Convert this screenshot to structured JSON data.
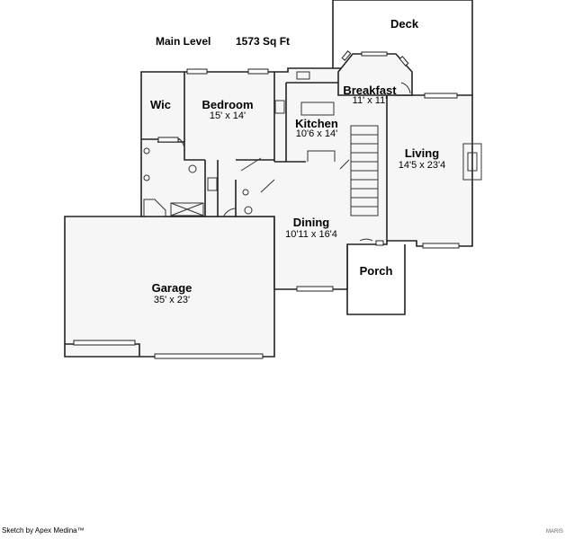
{
  "header": {
    "level": "Main Level",
    "area": "1573 Sq Ft"
  },
  "rooms": {
    "deck": {
      "name": "Deck"
    },
    "wic": {
      "name": "Wic"
    },
    "bedroom": {
      "name": "Bedroom",
      "dims": "15' x 14'"
    },
    "breakfast": {
      "name": "Breakfast",
      "dims": "11' x 11'"
    },
    "kitchen": {
      "name": "Kitchen",
      "dims": "10'6 x 14'"
    },
    "living": {
      "name": "Living",
      "dims": "14'5 x 23'4"
    },
    "dining": {
      "name": "Dining",
      "dims": "10'11 x 16'4"
    },
    "porch": {
      "name": "Porch"
    },
    "garage": {
      "name": "Garage",
      "dims": "35' x 23'"
    }
  },
  "footer": {
    "credit": "Sketch by Apex Medina™",
    "watermark": "MARIS"
  }
}
